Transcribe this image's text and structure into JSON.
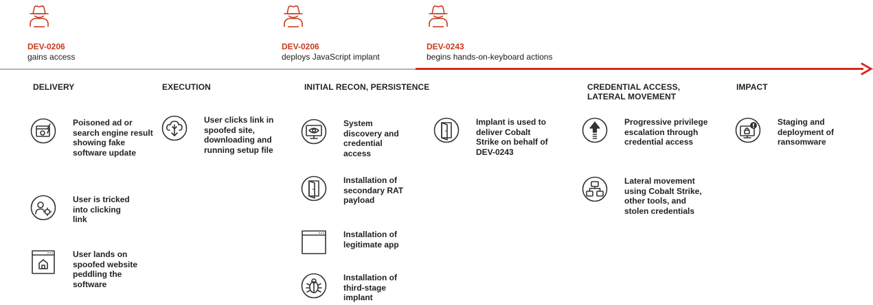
{
  "actors": [
    {
      "name": "DEV-0206",
      "action": "gains access"
    },
    {
      "name": "DEV-0206",
      "action": "deploys JavaScript implant"
    },
    {
      "name": "DEV-0243",
      "action": "begins hands-on-keyboard actions"
    }
  ],
  "phases": [
    {
      "label": "DELIVERY"
    },
    {
      "label": "EXECUTION"
    },
    {
      "label": "INITIAL RECON, PERSISTENCE"
    },
    {
      "label": "CREDENTIAL ACCESS,\nLATERAL MOVEMENT"
    },
    {
      "label": "IMPACT"
    }
  ],
  "delivery": [
    {
      "text": "Poisoned ad or search engine result showing fake software update",
      "icon": "browser-lightning-icon"
    },
    {
      "text": "User is tricked into clicking link",
      "icon": "user-gear-icon"
    },
    {
      "text": "User lands on spoofed website peddling the software",
      "icon": "browser-home-icon"
    }
  ],
  "execution": [
    {
      "text": "User clicks link in spoofed site, downloading and running setup file",
      "icon": "cloud-download-icon"
    }
  ],
  "recon": [
    {
      "text": "System discovery and credential access",
      "icon": "monitor-eye-icon"
    },
    {
      "text": "Installation of secondary RAT payload",
      "icon": "door-icon"
    },
    {
      "text": "Installation of legitimate app",
      "icon": "browser-window-icon"
    },
    {
      "text": "Installation of third-stage implant",
      "icon": "bug-icon"
    }
  ],
  "persistence": [
    {
      "text": "Implant is used to deliver Cobalt Strike on behalf of DEV-0243",
      "icon": "door-icon"
    }
  ],
  "credential": [
    {
      "text": "Progressive privilege escalation through credential access",
      "icon": "arrow-up-icon"
    },
    {
      "text": "Lateral movement using Cobalt Strike, other tools, and stolen credentials",
      "icon": "network-nodes-icon"
    }
  ],
  "impact": [
    {
      "text": "Staging and deployment of ransomware",
      "icon": "ransomware-lock-icon"
    }
  ],
  "colors": {
    "accent": "#c9391a",
    "timeline_red": "#d42a1e",
    "timeline_gray": "#b4b4b4"
  }
}
